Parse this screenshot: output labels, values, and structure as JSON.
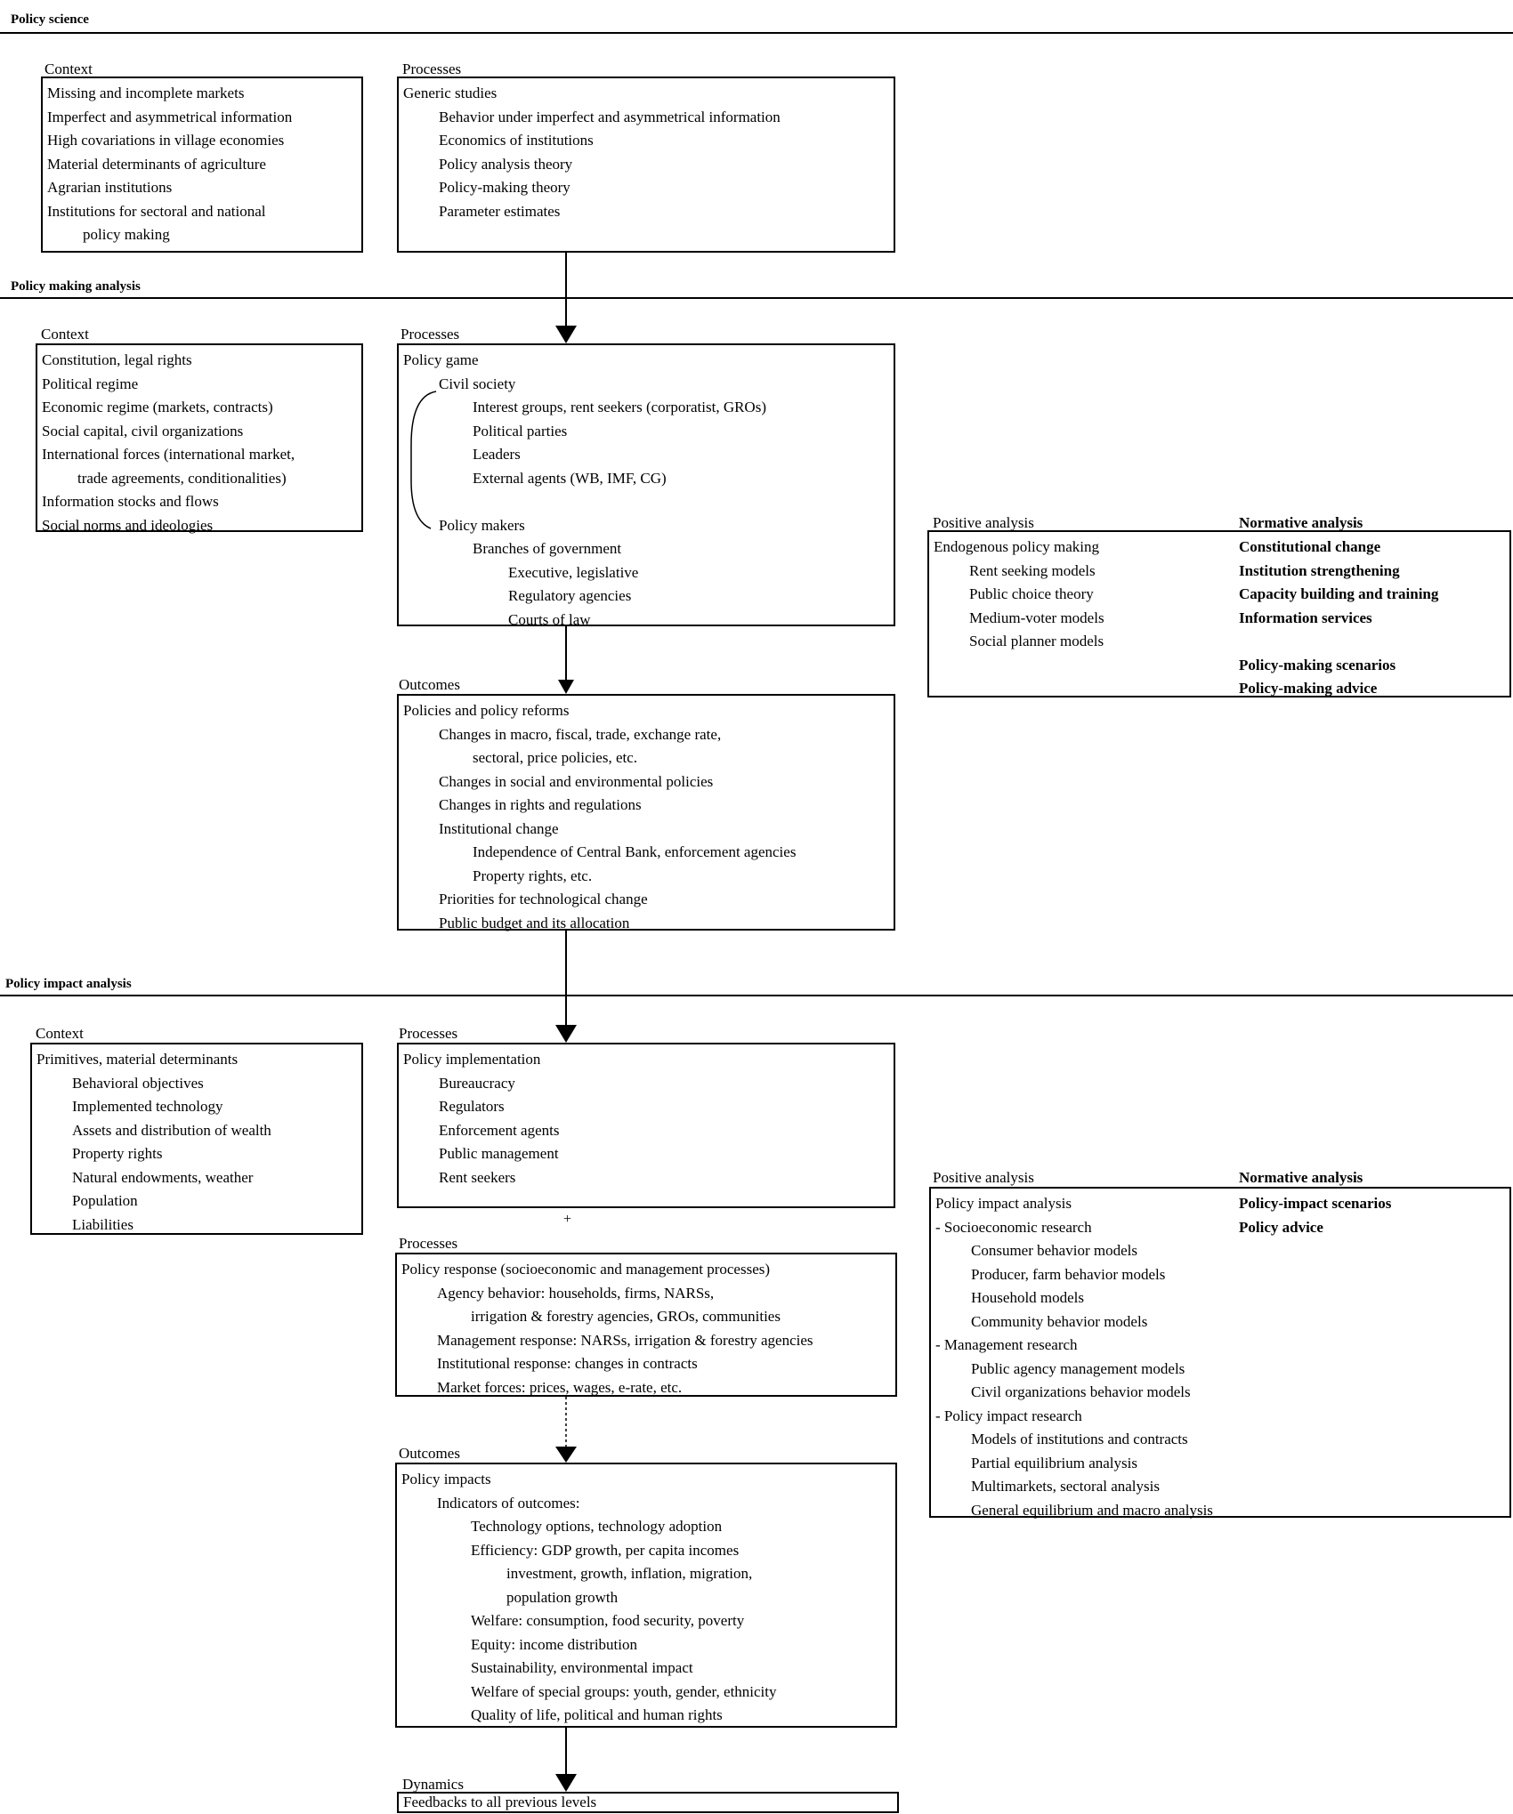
{
  "sections": {
    "policy_science": "Policy science",
    "policy_making_analysis": "Policy making analysis",
    "policy_impact_analysis": "Policy impact analysis"
  },
  "labels": {
    "context": "Context",
    "processes": "Processes",
    "outcomes": "Outcomes",
    "positive_analysis": "Positive analysis",
    "normative_analysis": "Normative analysis",
    "dynamics": "Dynamics"
  },
  "ps_context": [
    "Missing and incomplete markets",
    "Imperfect and asymmetrical information",
    "High covariations in village economies",
    "Material determinants of agriculture",
    "Agrarian institutions",
    "Institutions for sectoral and national",
    "policy making"
  ],
  "ps_processes": [
    "Generic studies",
    "Behavior under imperfect and asymmetrical information",
    "Economics of institutions",
    "Policy analysis theory",
    "Policy-making theory",
    "Parameter estimates"
  ],
  "pm_context": [
    "Constitution, legal rights",
    "Political regime",
    "Economic regime (markets, contracts)",
    "Social capital, civil organizations",
    "International forces (international market,",
    "trade agreements, conditionalities)",
    "Information stocks and flows",
    "Social norms and ideologies"
  ],
  "pm_processes": [
    "Policy game",
    "Civil society",
    "Interest groups, rent seekers (corporatist, GROs)",
    "Political parties",
    "Leaders",
    "External agents (WB, IMF, CG)",
    "",
    "Policy makers",
    "Branches of government",
    "Executive, legislative",
    "Regulatory agencies",
    "Courts of law"
  ],
  "pm_outcomes": [
    "Policies and policy reforms",
    "Changes in macro, fiscal, trade, exchange rate,",
    "sectoral, price policies, etc.",
    "Changes in social and environmental policies",
    "Changes in rights and regulations",
    "Institutional change",
    "Independence of Central Bank, enforcement agencies",
    "Property rights, etc.",
    "Priorities for technological change",
    "Public budget and its allocation"
  ],
  "pm_positive": [
    "Endogenous policy making",
    "Rent seeking models",
    "Public choice theory",
    "Medium-voter models",
    "Social planner models"
  ],
  "pm_normative": [
    "Constitutional change",
    "Institution strengthening",
    "Capacity building and training",
    "Information services",
    "",
    "Policy-making scenarios",
    "Policy-making advice"
  ],
  "pi_context": [
    "Primitives, material determinants",
    "Behavioral objectives",
    "Implemented technology",
    "Assets and distribution of wealth",
    "Property rights",
    "Natural endowments, weather",
    "Population",
    "Liabilities"
  ],
  "pi_processes1": [
    "Policy implementation",
    "Bureaucracy",
    "Regulators",
    "Enforcement agents",
    "Public management",
    "Rent seekers"
  ],
  "plus_sign": "+",
  "pi_processes2": [
    "Policy response (socioeconomic and management processes)",
    "Agency behavior:  households, firms, NARSs,",
    "irrigation & forestry agencies, GROs, communities",
    "Management response:  NARSs, irrigation & forestry agencies",
    "Institutional response:  changes in contracts",
    "Market forces:  prices, wages, e-rate, etc."
  ],
  "pi_outcomes": [
    "Policy impacts",
    "Indicators of outcomes:",
    "Technology options, technology adoption",
    "Efficiency:  GDP growth, per capita incomes",
    "investment, growth, inflation, migration,",
    "population growth",
    "Welfare:  consumption, food security, poverty",
    "Equity:  income distribution",
    "Sustainability, environmental impact",
    "Welfare of special groups: youth, gender, ethnicity",
    "Quality of life, political and human rights"
  ],
  "pi_positive": [
    "Policy impact analysis",
    "-  Socioeconomic research",
    "Consumer behavior models",
    "Producer, farm behavior models",
    "Household models",
    "Community behavior models",
    "-  Management research",
    "Public agency management models",
    "Civil organizations behavior models",
    "-  Policy impact research",
    "Models of institutions and contracts",
    "Partial equilibrium analysis",
    "Multimarkets, sectoral analysis",
    "General equilibrium and macro analysis"
  ],
  "pi_normative": [
    "Policy-impact scenarios",
    "Policy advice"
  ],
  "dynamics_box": "Feedbacks to all previous levels"
}
